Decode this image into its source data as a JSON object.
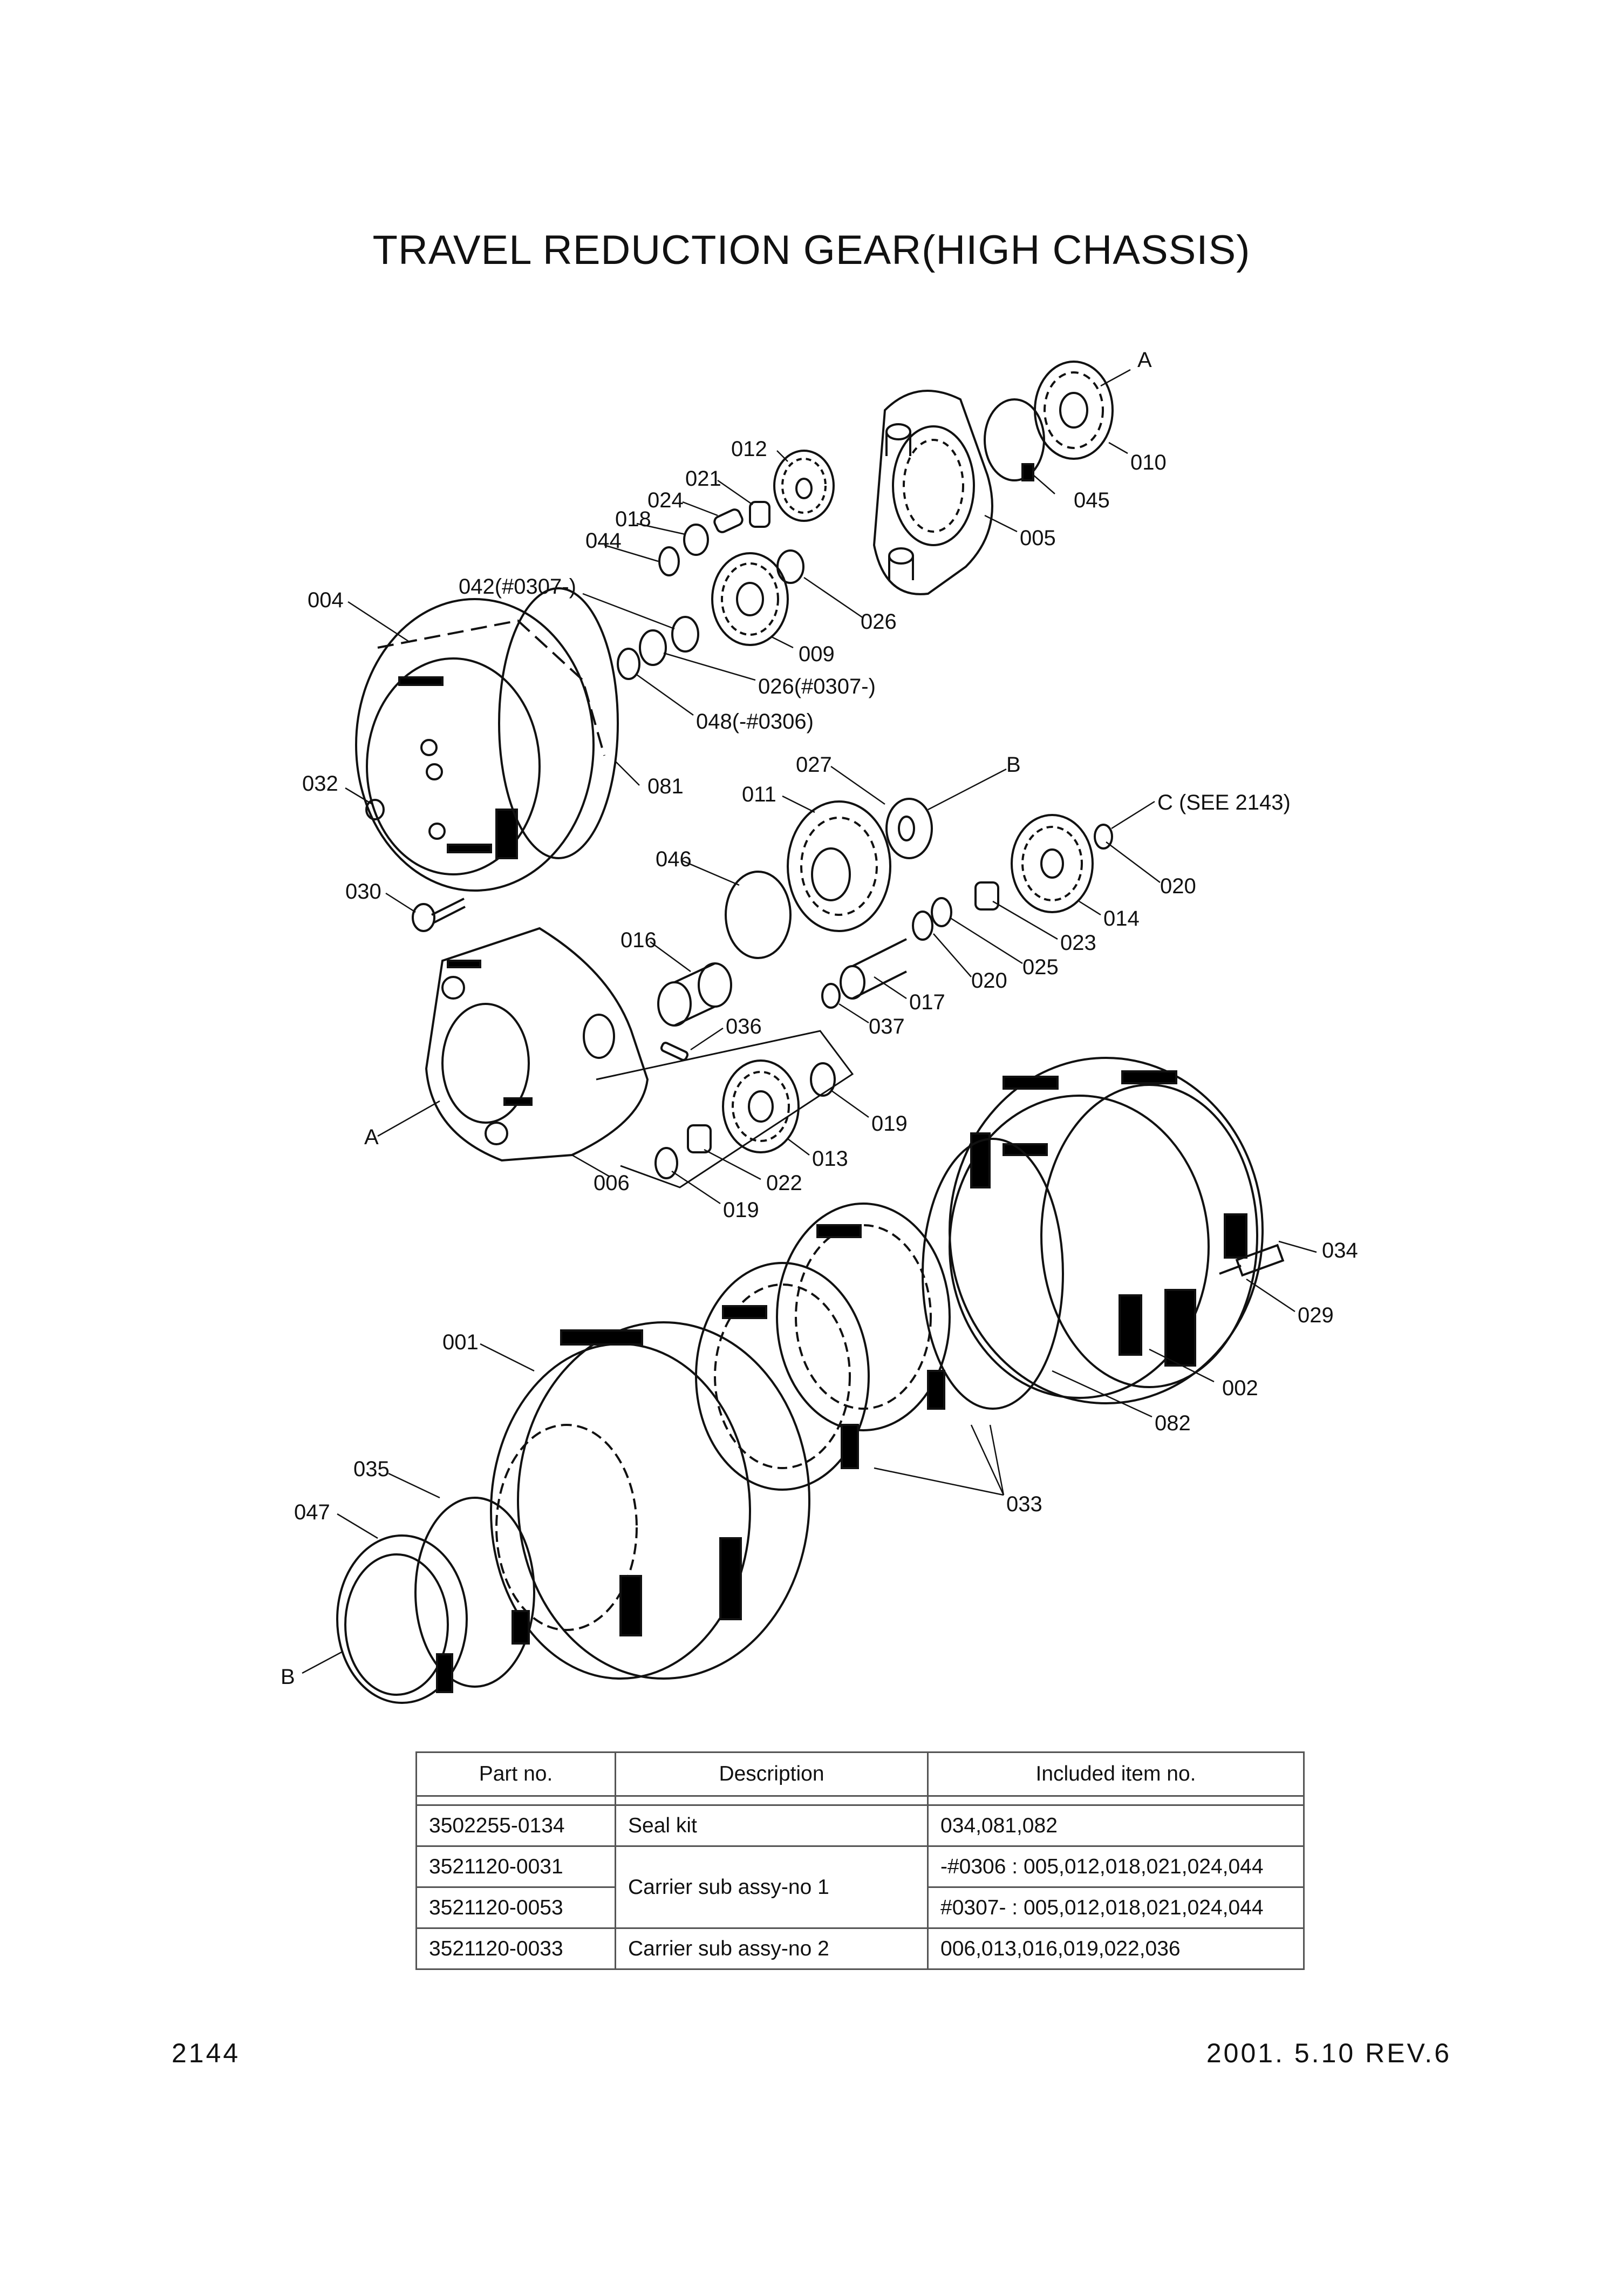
{
  "title": "TRAVEL REDUCTION GEAR(HIGH CHASSIS)",
  "callouts": [
    "A",
    "010",
    "045",
    "005",
    "012",
    "021",
    "024",
    "018",
    "044",
    "026",
    "009",
    "042(#0307-)",
    "026(#0307-)",
    "048(-#0306)",
    "004",
    "081",
    "032",
    "030",
    "027",
    "B",
    "011",
    "C (SEE 2143)",
    "020",
    "046",
    "014",
    "023",
    "016",
    "025",
    "020",
    "017",
    "037",
    "036",
    "A",
    "006",
    "019",
    "013",
    "022",
    "019",
    "034",
    "029",
    "001",
    "002",
    "082",
    "035",
    "033",
    "047",
    "B"
  ],
  "table": {
    "headers": [
      "Part no.",
      "Description",
      "Included item no."
    ],
    "rows": [
      {
        "part": "3502255-0134",
        "desc": "Seal kit",
        "items": "034,081,082"
      },
      {
        "part": "3521120-0031",
        "desc": "Carrier sub assy-no 1",
        "items": "-#0306 : 005,012,018,021,024,044"
      },
      {
        "part": "3521120-0053",
        "desc": "",
        "items": "#0307- : 005,012,018,021,024,044"
      },
      {
        "part": "3521120-0033",
        "desc": "Carrier sub assy-no 2",
        "items": "006,013,016,019,022,036"
      }
    ]
  },
  "footer": {
    "page": "2144",
    "revision": "2001. 5.10 REV.6"
  }
}
